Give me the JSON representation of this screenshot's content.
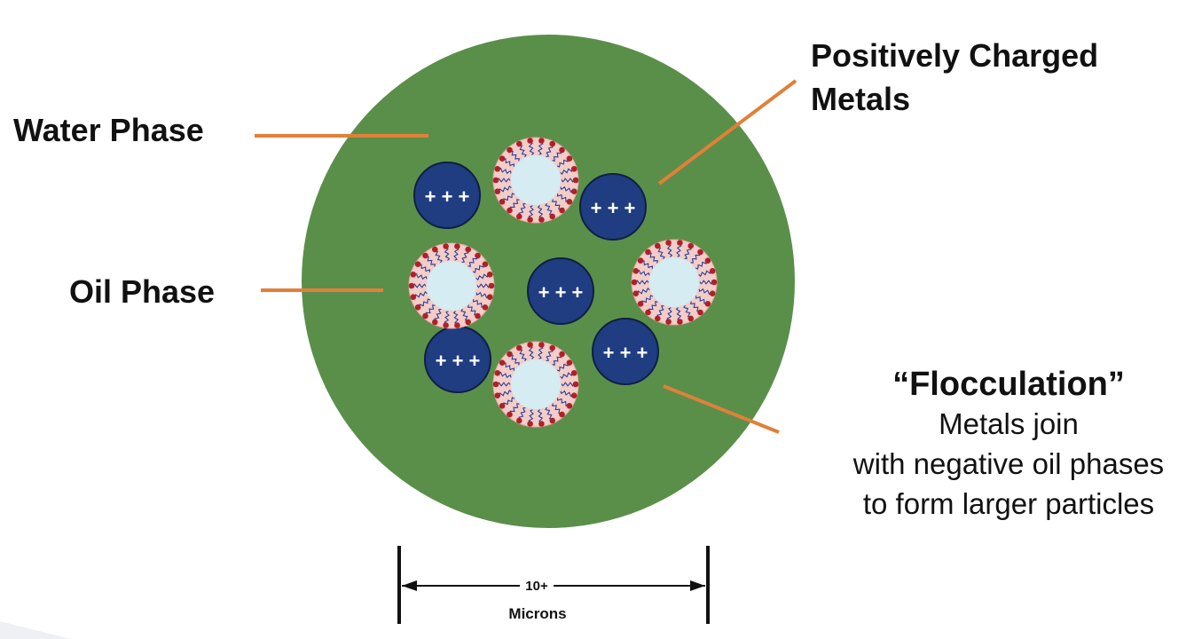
{
  "labels": {
    "water_phase": "Water Phase",
    "oil_phase": "Oil Phase",
    "metals_line1": "Positively Charged",
    "metals_line2": "Metals",
    "floc_title": "“Flocculation”",
    "floc_line1": "Metals join",
    "floc_line2": "with negative oil phases",
    "floc_line3": "to form larger particles"
  },
  "charge_symbol": "+ + +",
  "scale": {
    "value": "10+",
    "unit": "Microns"
  },
  "colors": {
    "water": "#5a8f4a",
    "metal_fill": "#1f3d80",
    "metal_stroke": "#0f1f44",
    "oil_ring": "#f3cdc7",
    "oil_core": "#d4ecf2",
    "head_dot": "#b0202a",
    "tail": "#2a3f9a",
    "leader_line": "#e0803a"
  }
}
